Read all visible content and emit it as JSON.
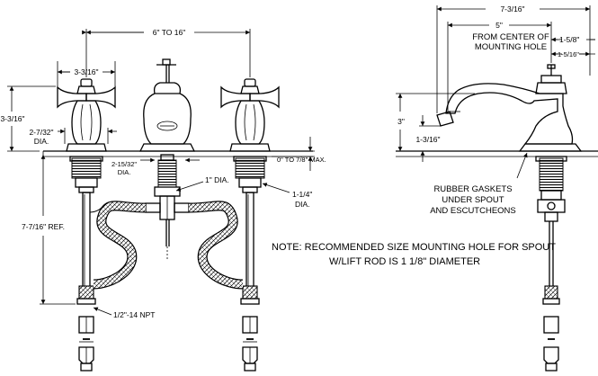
{
  "labels": {
    "top_spacing": "6\" TO 16\"",
    "handle_width": "3-3/16\"",
    "handle_height": "3-3/16\"",
    "deck_hole_dia": "2-7/32\"",
    "deck_hole_dia_unit": "DIA.",
    "shank_dia": "2-15/32\"",
    "shank_dia_unit": "DIA.",
    "one_dia": "1\" DIA.",
    "deck_thickness": "0\" TO 7/8\" MAX.",
    "nut_dia": "1-1/4\"",
    "nut_dia_unit": "DIA.",
    "reference_length": "7-7/16\" REF.",
    "npt": "1/2\"-14 NPT",
    "spout_overall": "7-3/16\"",
    "spout_reach": "5\"",
    "from_center_line1": "FROM CENTER OF",
    "from_center_line2": "MOUNTING HOLE",
    "dim_1_5_8": "1-5/8\"",
    "dim_1_5_16": "1-5/16\"",
    "spout_height": "3\"",
    "outlet_height": "1-3/16\"",
    "gasket_line1": "RUBBER GASKETS",
    "gasket_line2": "UNDER SPOUT",
    "gasket_line3": "AND ESCUTCHEONS",
    "note_line1": "NOTE:  RECOMMENDED SIZE MOUNTING HOLE FOR SPOUT",
    "note_line2": "W/LIFT ROD IS 1 1/8\" DIAMETER"
  }
}
